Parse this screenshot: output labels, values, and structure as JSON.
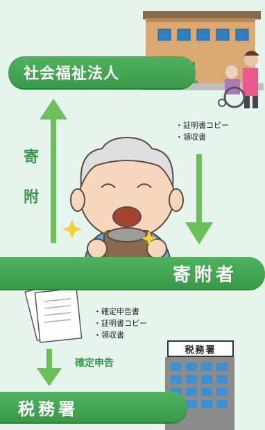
{
  "nodes": {
    "corporation": "社会福祉法人",
    "donor": "寄附者",
    "tax_office": "税務署"
  },
  "donation_label": [
    "寄",
    "附"
  ],
  "corp_to_donor_docs": [
    "・証明書コピー",
    "・領収書"
  ],
  "donor_to_tax_docs": [
    "・確定申告書",
    "・証明書コピー",
    "・領収書"
  ],
  "tax_return_label": "確定申告",
  "tax_office_sign": "税務署",
  "colors": {
    "bar_green": "#3a9a4b",
    "background": "#e6f4ee",
    "arrow_green": "#6cbf5a"
  },
  "icons": [
    "care-facility-building-icon",
    "wheelchair-caregiver-icon",
    "elderly-donor-icon",
    "documents-icon",
    "tax-office-building-icon"
  ]
}
